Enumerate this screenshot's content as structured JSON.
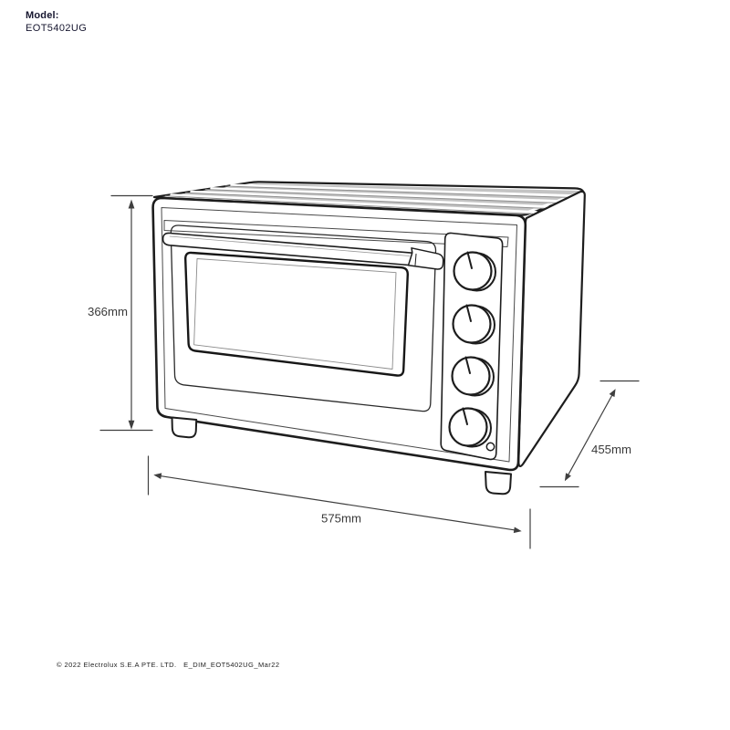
{
  "header": {
    "model_label": "Model:",
    "model_value": "EOT5402UG"
  },
  "diagram": {
    "type": "product-dimension-drawing",
    "subject": "countertop-oven-three-quarter-view",
    "dimensions": {
      "height": "366mm",
      "width": "575mm",
      "depth": "455mm"
    },
    "features": {
      "knob_count": 4,
      "has_indicator_light": true,
      "has_door_handle": true,
      "has_top_vent_slats": true
    },
    "colors": {
      "outline": "#1d1d1d",
      "dimension_lines": "#3f3f3f",
      "vent_shading": "#c4c4c4"
    }
  },
  "footer": {
    "copyright": "© 2022 Electrolux S.E.A PTE. LTD.   E_DIM_EOT5402UG_Mar22"
  }
}
